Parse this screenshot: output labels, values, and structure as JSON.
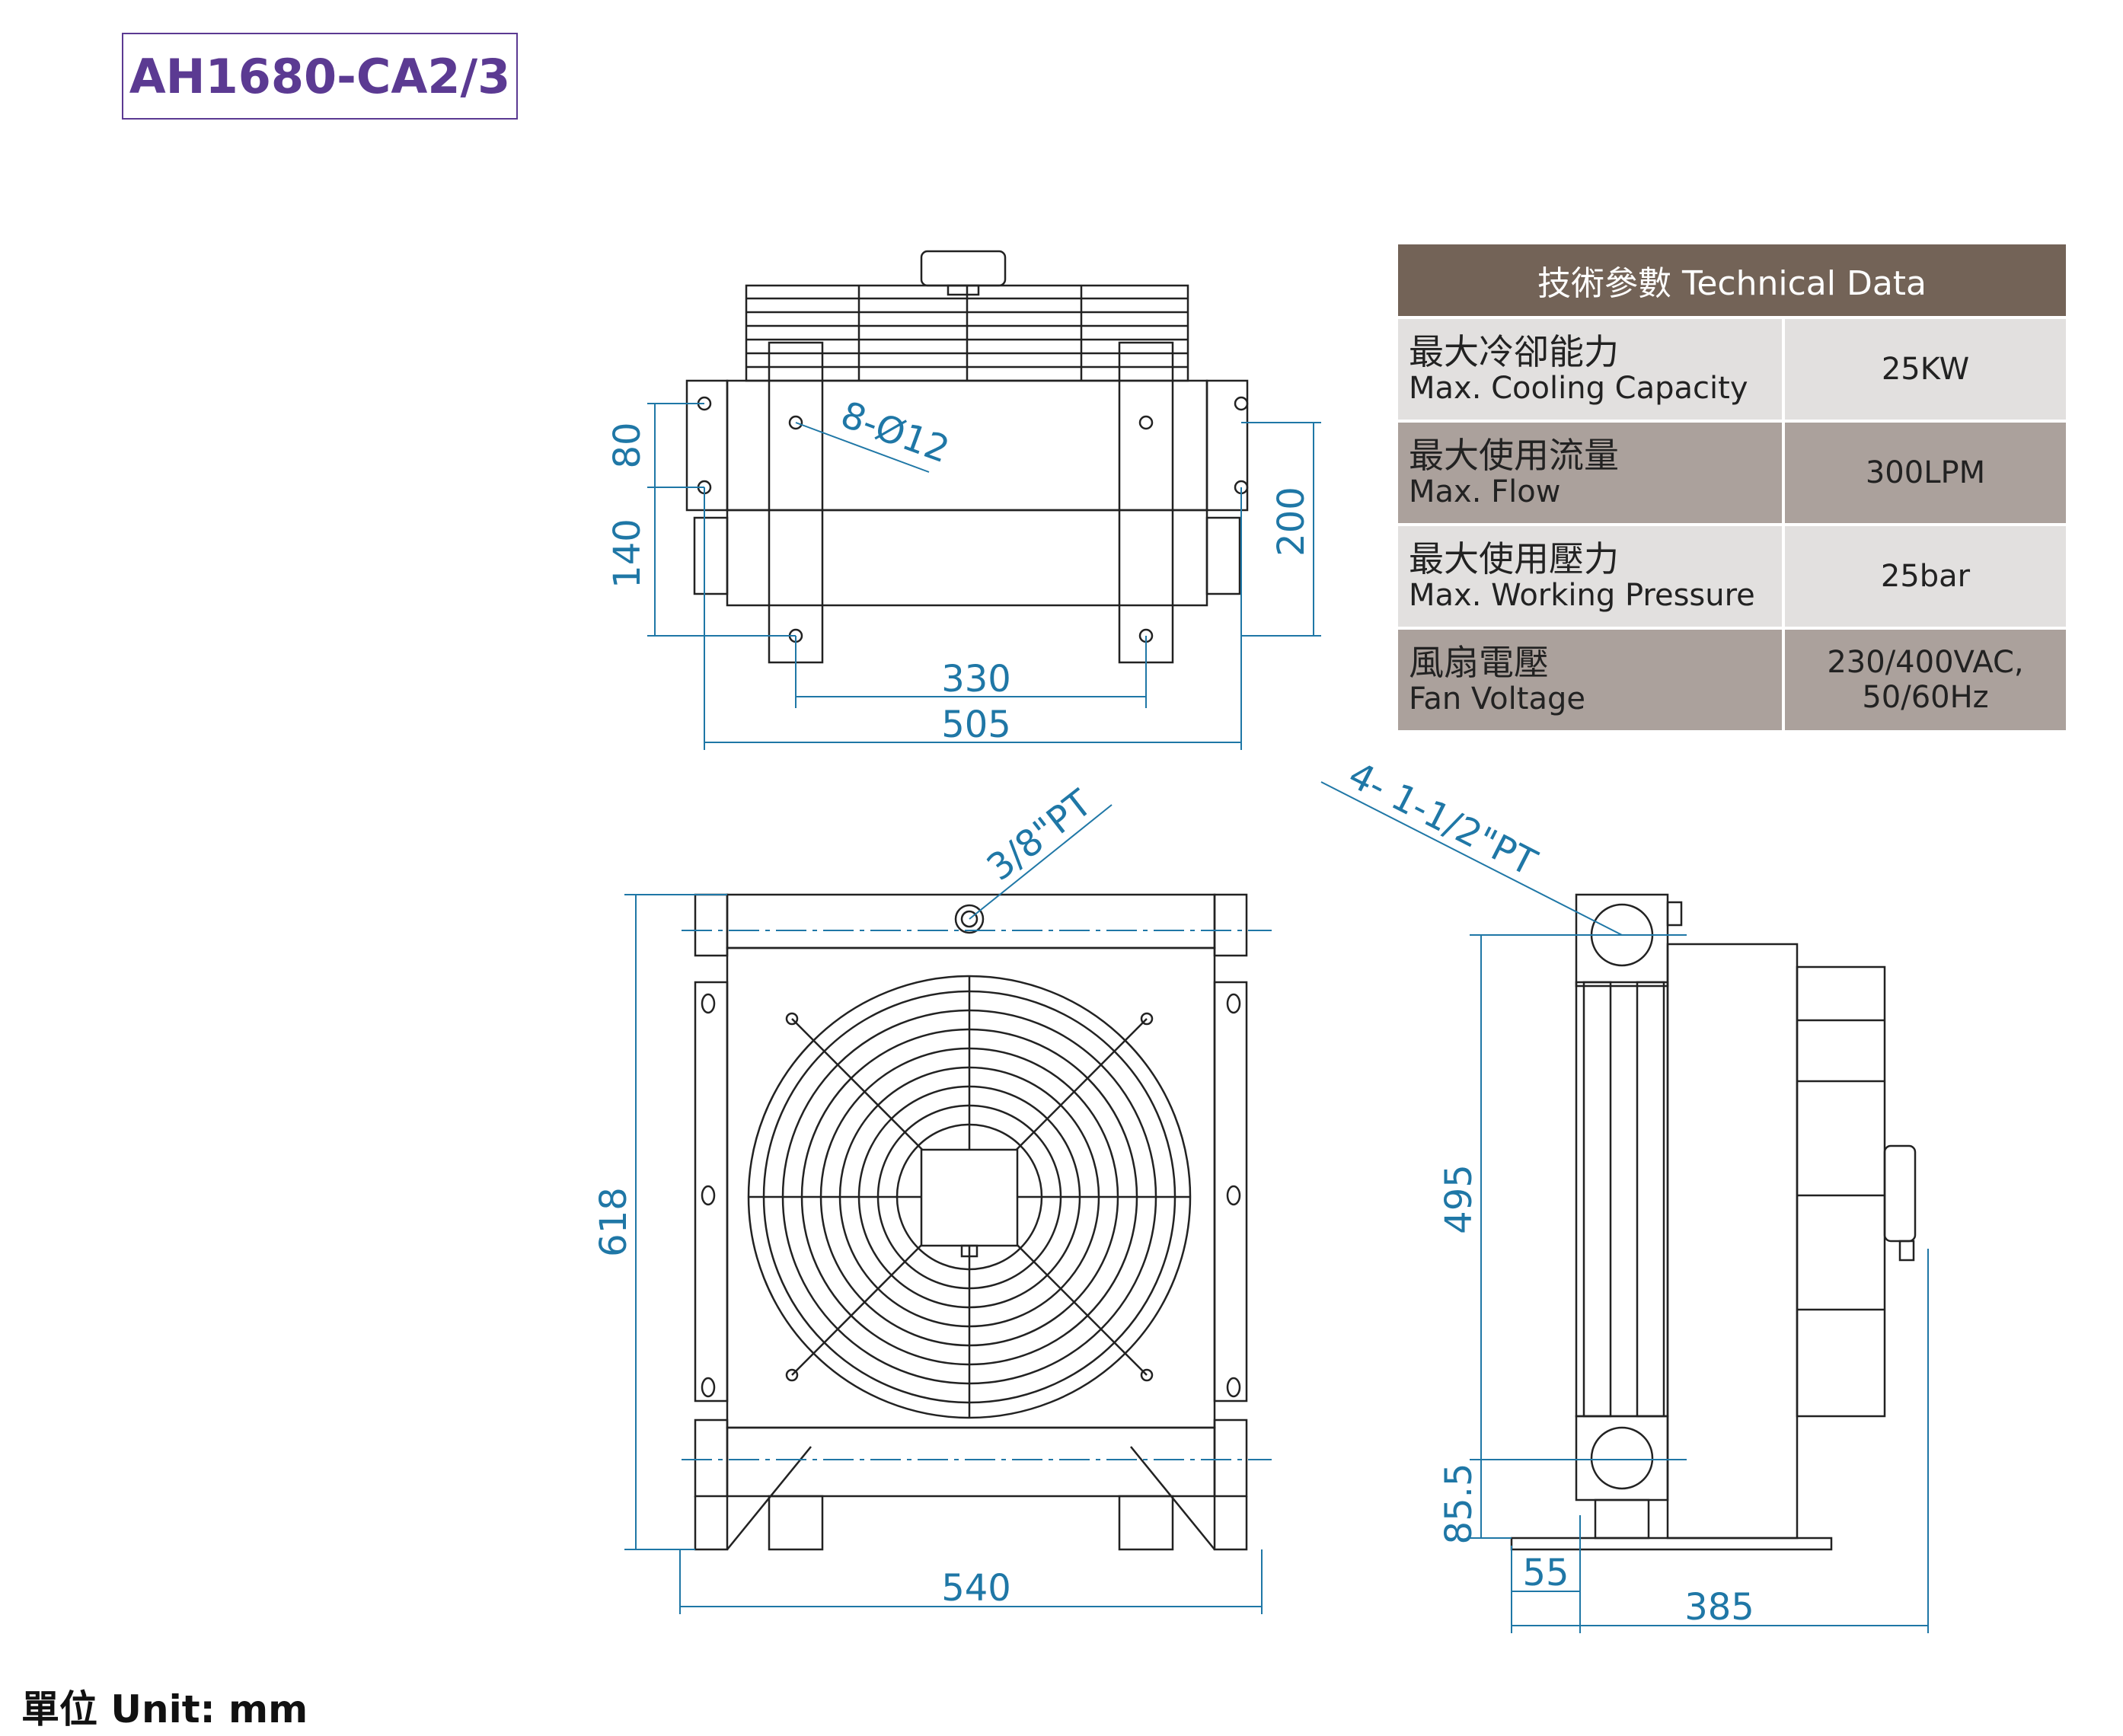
{
  "model": "AH1680-CA2/3",
  "unit_label": "單位 Unit: mm",
  "table": {
    "header": "技術參數 Technical Data",
    "rows": [
      {
        "zh": "最大冷卻能力",
        "en": "Max. Cooling Capacity",
        "value": "25KW"
      },
      {
        "zh": "最大使用流量",
        "en": "Max. Flow",
        "value": "300LPM"
      },
      {
        "zh": "最大使用壓力",
        "en": "Max. Working Pressure",
        "value": "25bar"
      },
      {
        "zh": "風扇電壓",
        "en": "Fan Voltage",
        "value": "230/400VAC,\n50/60Hz"
      }
    ]
  },
  "dimensions": {
    "holes": "8-Ø12",
    "top_height_upper": "80",
    "top_height_lower": "140",
    "top_right_height": "200",
    "inner_width": "330",
    "outer_width": "505",
    "port_small": "3/8\"PT",
    "port_large": "4-  1-1/2\"PT",
    "front_height": "618",
    "front_width": "540",
    "side_height": "495",
    "side_bottom": "85.5",
    "side_base": "55",
    "side_depth": "385"
  },
  "colors": {
    "accent": "#5b3a92",
    "dimension": "#1f77a6",
    "header": "#736357",
    "line": "#222222"
  }
}
